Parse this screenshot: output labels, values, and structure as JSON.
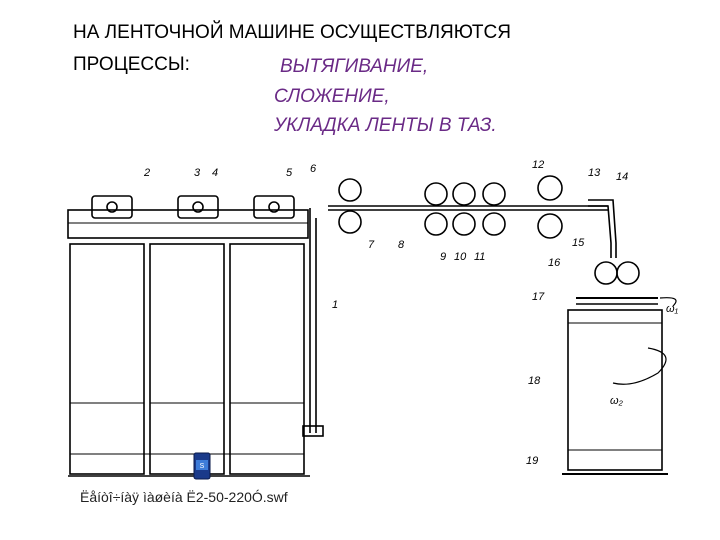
{
  "heading": {
    "line1": "НА ЛЕНТОЧНОЙ МАШИНЕ ОСУЩЕСТВЛЯЮТСЯ",
    "line2": "ПРОЦЕССЫ:"
  },
  "processes": [
    "ВЫТЯГИВАНИЕ,",
    "СЛОЖЕНИЕ,",
    "УКЛАДКА ЛЕНТЫ В ТАЗ."
  ],
  "diagram": {
    "part_numbers": [
      "2",
      "3",
      "4",
      "5",
      "6",
      "7",
      "8",
      "9",
      "10",
      "11",
      "12",
      "13",
      "14",
      "15",
      "16",
      "17",
      "1",
      "18",
      "19"
    ],
    "omega1": "ω₁",
    "omega2": "ω₂"
  },
  "attachment": {
    "icon": "swf-file-icon",
    "filename": "Ëåíòî÷íàÿ ìàøèíà Ë2-50-220Ó.swf"
  },
  "colors": {
    "heading": "#000000",
    "processes": "#6a2a86"
  }
}
